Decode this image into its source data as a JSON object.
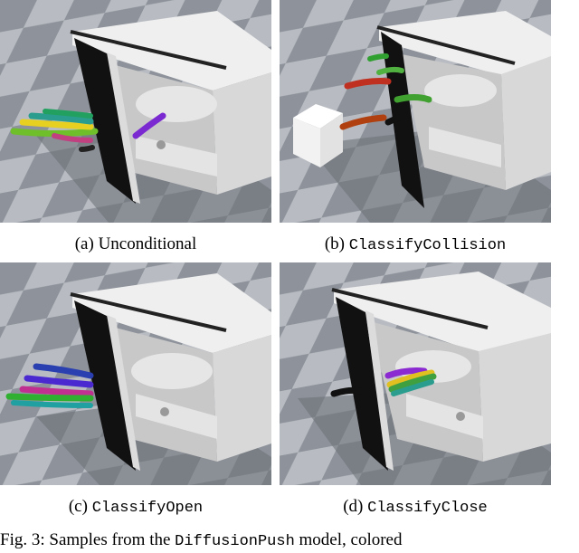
{
  "figure": {
    "panels": [
      {
        "label": "(a)",
        "caption": "Unconditional",
        "mono": false
      },
      {
        "label": "(b)",
        "caption": "ClassifyCollision",
        "mono": true
      },
      {
        "label": "(c)",
        "caption": "ClassifyOpen",
        "mono": true
      },
      {
        "label": "(d)",
        "caption": "ClassifyClose",
        "mono": true
      }
    ],
    "caption_prefix": "Fig. 3: Samples from the",
    "caption_model": "DiffusionPush",
    "caption_suffix": "model, colored"
  }
}
